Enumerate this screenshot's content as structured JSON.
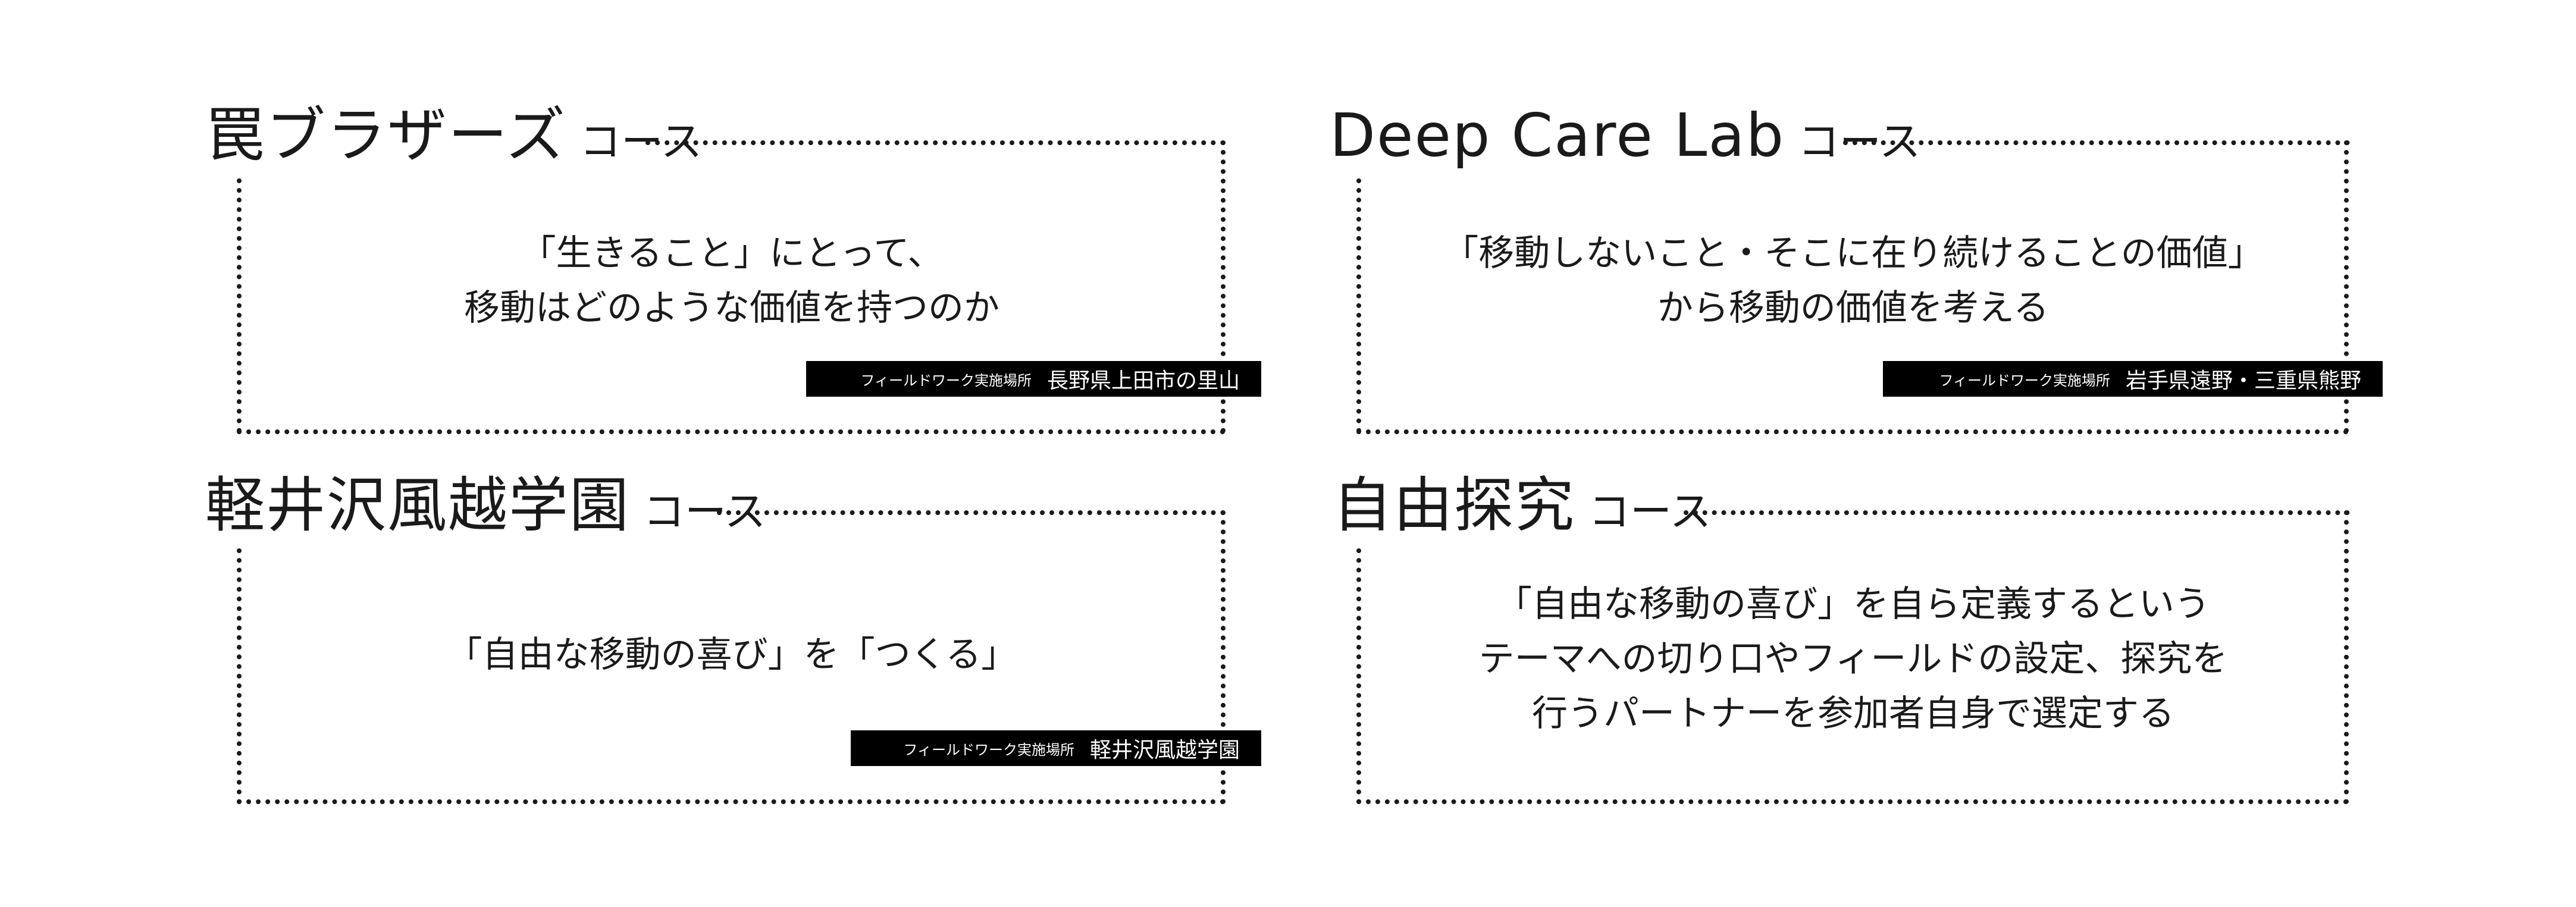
{
  "course_suffix": "コース",
  "location_label": "フィールドワーク実施場所",
  "courses": [
    {
      "title": "罠ブラザーズ",
      "description": [
        "「生きること」にとって、",
        "移動はどのような価値を持つのか"
      ],
      "location": "長野県上田市の里山"
    },
    {
      "title": "Deep Care Lab",
      "description": [
        "「移動しないこと・そこに在り続けることの価値」",
        "から移動の価値を考える"
      ],
      "location": "岩手県遠野・三重県熊野"
    },
    {
      "title": "軽井沢風越学園",
      "description": [
        "「自由な移動の喜び」を「つくる」"
      ],
      "location": "軽井沢風越学園"
    },
    {
      "title": "自由探究",
      "description": [
        "「自由な移動の喜び」を自ら定義するという",
        "テーマへの切り口やフィールドの設定、探究を",
        "行うパートナーを参加者自身で選定する"
      ]
    }
  ]
}
